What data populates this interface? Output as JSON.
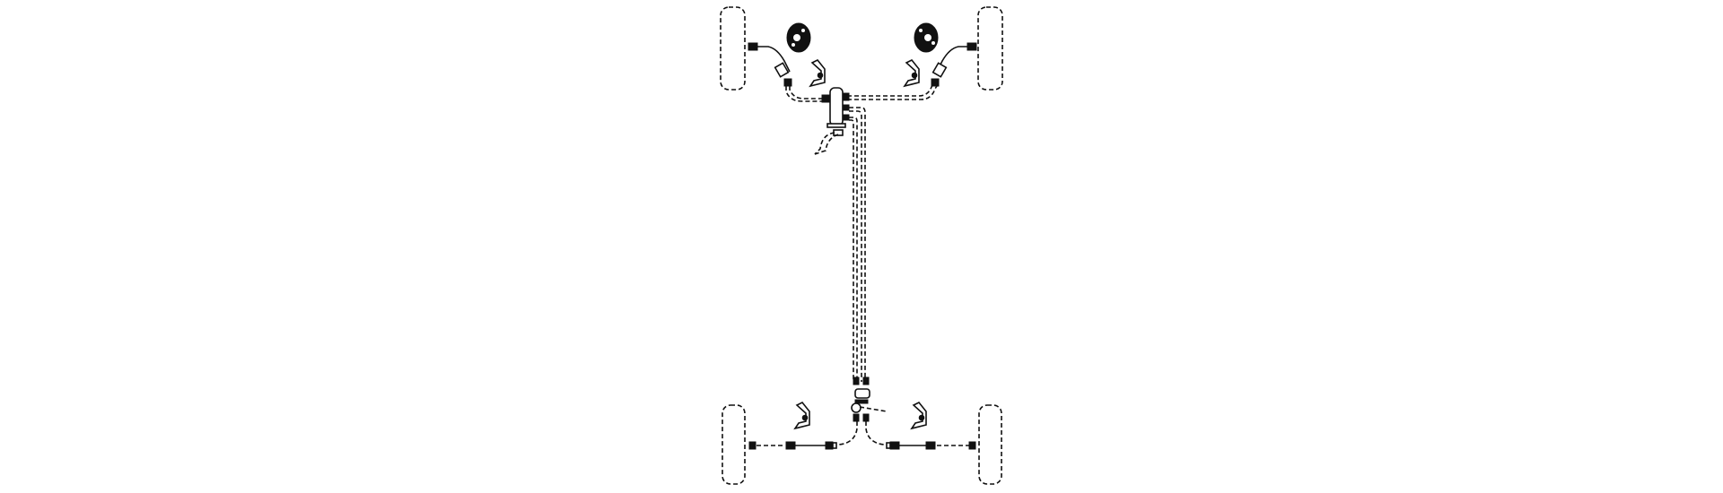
{
  "diagram": {
    "type": "brake line layout",
    "colors": {
      "line": "#111111",
      "background": "#ffffff"
    },
    "parts": [
      "front-left-wheel",
      "front-right-wheel",
      "rear-left-wheel",
      "rear-right-wheel",
      "master-cylinder",
      "front-brake-hoses",
      "rear-brake-hoses",
      "front-calipers",
      "brackets",
      "rear-junction-valve",
      "main-brake-lines"
    ]
  }
}
